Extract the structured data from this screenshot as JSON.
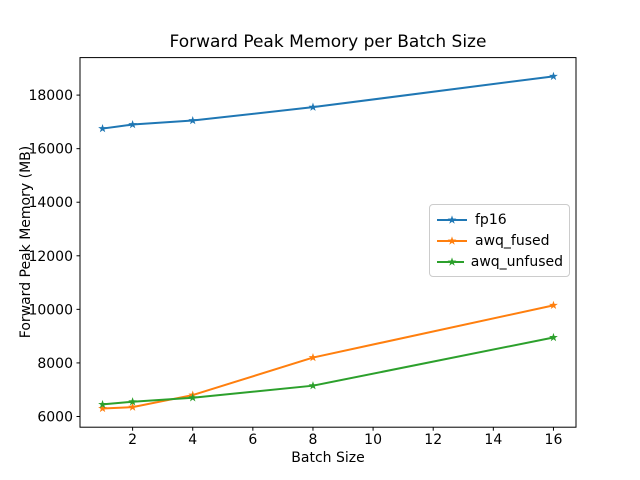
{
  "chart_data": {
    "type": "line",
    "title": "Forward Peak Memory per Batch Size",
    "xlabel": "Batch Size",
    "ylabel": "Forward Peak Memory (MB)",
    "x": [
      1,
      2,
      4,
      8,
      16
    ],
    "series": [
      {
        "name": "fp16",
        "color": "#1f77b4",
        "values": [
          16750,
          16900,
          17050,
          17550,
          18700
        ]
      },
      {
        "name": "awq_fused",
        "color": "#ff7f0e",
        "values": [
          6300,
          6350,
          6800,
          8200,
          10150
        ]
      },
      {
        "name": "awq_unfused",
        "color": "#2ca02c",
        "values": [
          6450,
          6550,
          6700,
          7150,
          8950
        ]
      }
    ],
    "marker": "star",
    "xlim": [
      0.25,
      16.75
    ],
    "ylim": [
      5600,
      19400
    ],
    "xticks": [
      2,
      4,
      6,
      8,
      10,
      12,
      14,
      16
    ],
    "yticks": [
      6000,
      8000,
      10000,
      12000,
      14000,
      16000,
      18000
    ],
    "grid": false,
    "legend_position": "center right",
    "axis_color": "#000000",
    "background": "#ffffff"
  }
}
